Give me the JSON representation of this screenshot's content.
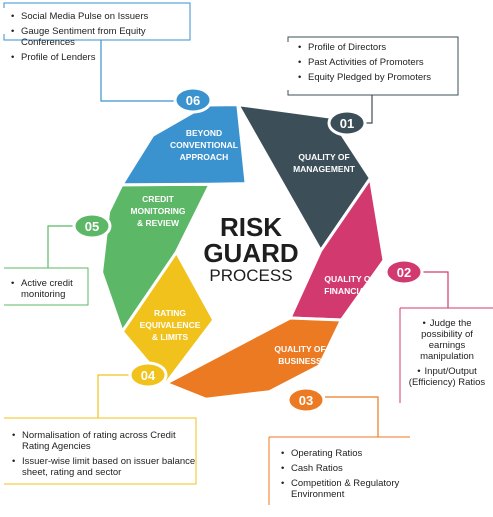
{
  "title": {
    "line1": "RISK",
    "line2": "GUARD",
    "line3": "PROCESS"
  },
  "segments": [
    {
      "num": "01",
      "label1": "QUALITY OF",
      "label2": "MANAGEMENT",
      "label3": "",
      "color": "#3c4f59",
      "items": [
        "Profile of Directors",
        "Past Activities of Promoters",
        "Equity Pledged by Promoters"
      ]
    },
    {
      "num": "02",
      "label1": "QUALITY OF",
      "label2": "FINANCIALS",
      "label3": "",
      "color": "#d23a6f",
      "items": [
        "Judge the possibility of earnings manipulation",
        "Input/Output (Efficiency) Ratios"
      ]
    },
    {
      "num": "03",
      "label1": "QUALITY OF",
      "label2": "BUSINESS",
      "label3": "",
      "color": "#ec7a22",
      "items": [
        "Operating Ratios",
        "Cash Ratios",
        "Competition & Regulatory Environment"
      ]
    },
    {
      "num": "04",
      "label1": "RATING",
      "label2": "EQUIVALENCE",
      "label3": "& LIMITS",
      "color": "#f0c21b",
      "items": [
        "Normalisation of rating across Credit Rating Agencies",
        "Issuer-wise limit based on issuer balance sheet, rating and sector"
      ]
    },
    {
      "num": "05",
      "label1": "CREDIT",
      "label2": "MONITORING",
      "label3": "& REVIEW",
      "color": "#5cb766",
      "items": [
        "Active credit monitoring"
      ]
    },
    {
      "num": "06",
      "label1": "BEYOND",
      "label2": "CONVENTIONAL",
      "label3": "APPROACH",
      "color": "#3a92cf",
      "items": [
        "Social Media Pulse on Issuers",
        "Gauge Sentiment from Equity Conferences",
        "Profile of Lenders"
      ]
    }
  ]
}
